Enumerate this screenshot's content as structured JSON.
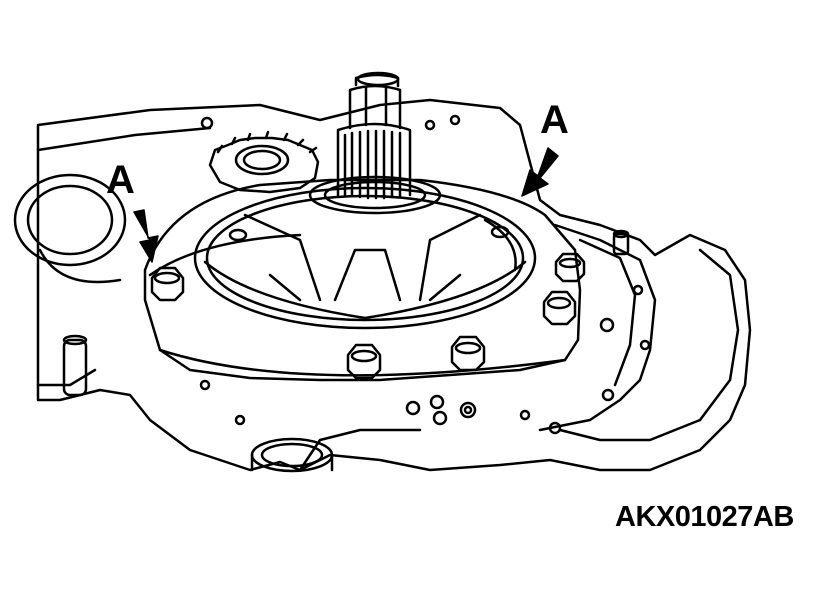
{
  "callouts": {
    "left_label": "A",
    "right_label": "A"
  },
  "figure_code": "AKX01027AB",
  "colors": {
    "ink": "#000000",
    "paper": "#ffffff",
    "arrow_fill": "#000000"
  }
}
